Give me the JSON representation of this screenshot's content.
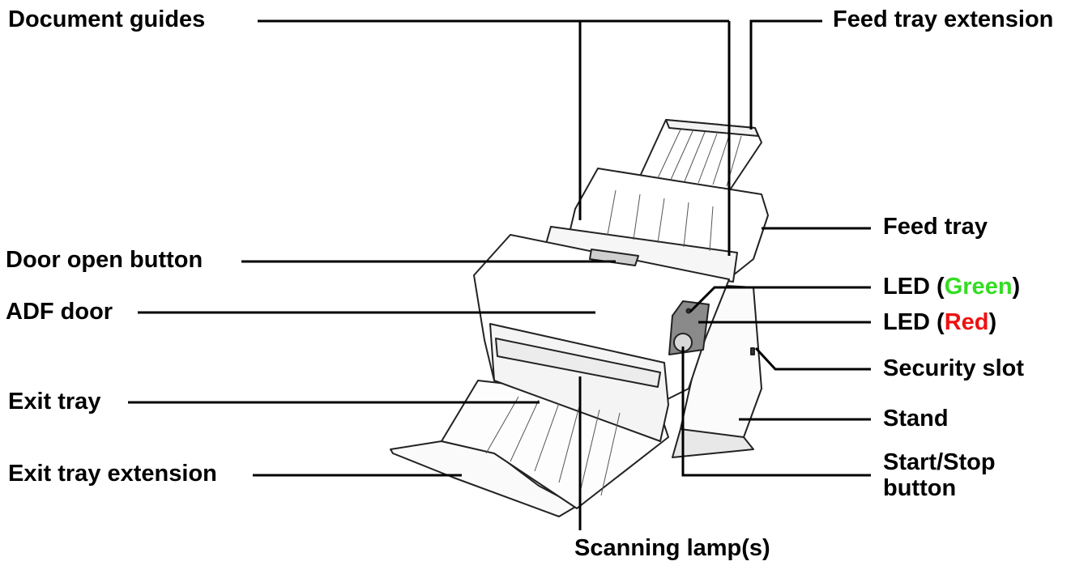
{
  "labels": {
    "document_guides": "Document guides",
    "feed_tray_extension": "Feed tray extension",
    "feed_tray": "Feed tray",
    "door_open_button": "Door open button",
    "led_prefix": "LED (",
    "led_suffix": ")",
    "led_green_word": "Green",
    "led_red_word": "Red",
    "adf_door": "ADF door",
    "security_slot": "Security slot",
    "exit_tray": "Exit tray",
    "stand": "Stand",
    "exit_tray_extension": "Exit tray extension",
    "start_stop_line1": "Start/Stop",
    "start_stop_line2": "button",
    "scanning_lamps": "Scanning lamp(s)"
  },
  "colors": {
    "green": "#33dd22",
    "red": "#ee1111",
    "line": "#000000"
  }
}
